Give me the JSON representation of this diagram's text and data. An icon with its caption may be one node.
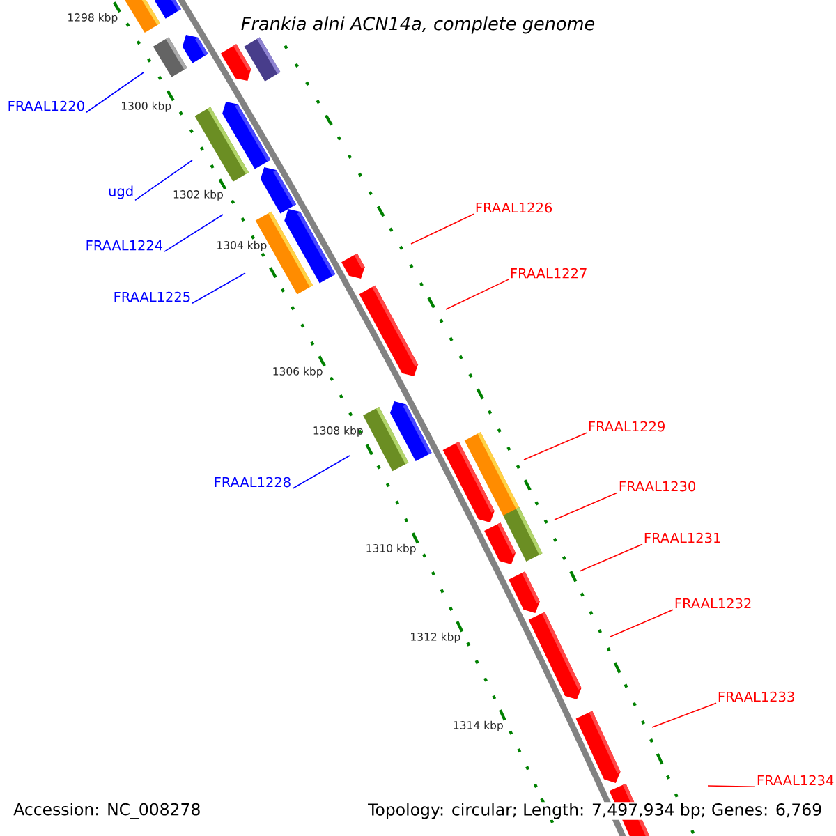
{
  "diagram": {
    "title": "Frankia alni ACN14a, complete genome",
    "nodes": [
      {
        "text": [
          "FRAAL1220"
        ]
      },
      {
        "text": [
          "ugd"
        ]
      },
      {
        "text": [
          "FRAAL1226"
        ]
      },
      {
        "text": [
          "FRAAL1224"
        ]
      },
      {
        "text": [
          "FRAAL1227"
        ]
      },
      {
        "text": [
          "FRAAL1225"
        ]
      },
      {
        "text": [
          "FRAAL1229"
        ]
      },
      {
        "text": [
          "FRAAL1228"
        ]
      },
      {
        "text": [
          "FRAAL1230"
        ]
      },
      {
        "text": [
          "FRAAL1231"
        ]
      },
      {
        "text": [
          "FRAAL1232"
        ]
      },
      {
        "text": [
          "FRAAL1233"
        ]
      },
      {
        "text": [
          "FRAAL1234"
        ]
      }
    ],
    "edges": [
      {
        "from": 0,
        "to": null,
        "arrow": "none",
        "color": "#0000ff"
      },
      {
        "from": 1,
        "to": null,
        "arrow": "none",
        "color": "#0000ff"
      },
      {
        "from": 2,
        "to": null,
        "arrow": "none",
        "color": "#ff0000"
      },
      {
        "from": 3,
        "to": null,
        "arrow": "none",
        "color": "#0000ff"
      },
      {
        "from": 4,
        "to": null,
        "arrow": "none",
        "color": "#ff0000"
      },
      {
        "from": 5,
        "to": null,
        "arrow": "none",
        "color": "#0000ff"
      },
      {
        "from": 6,
        "to": null,
        "arrow": "none",
        "color": "#ff0000"
      },
      {
        "from": 7,
        "to": null,
        "arrow": "none",
        "color": "#0000ff"
      },
      {
        "from": 8,
        "to": null,
        "arrow": "none",
        "color": "#ff0000"
      },
      {
        "from": 9,
        "to": null,
        "arrow": "none",
        "color": "#ff0000"
      },
      {
        "from": 10,
        "to": null,
        "arrow": "none",
        "color": "#ff0000"
      },
      {
        "from": 11,
        "to": null,
        "arrow": "none",
        "color": "#ff0000"
      },
      {
        "from": 12,
        "to": null,
        "arrow": "none",
        "color": "#ff0000"
      }
    ],
    "labels": [
      "1298 kbp",
      "1300 kbp",
      "1302 kbp",
      "1304 kbp",
      "1306 kbp",
      "1308 kbp",
      "1310 kbp",
      "1312 kbp",
      "1314 kbp",
      "Accession: NC_008278",
      "Topology: circular; Length: 7,497,934 bp; Genes: 6,769"
    ]
  }
}
